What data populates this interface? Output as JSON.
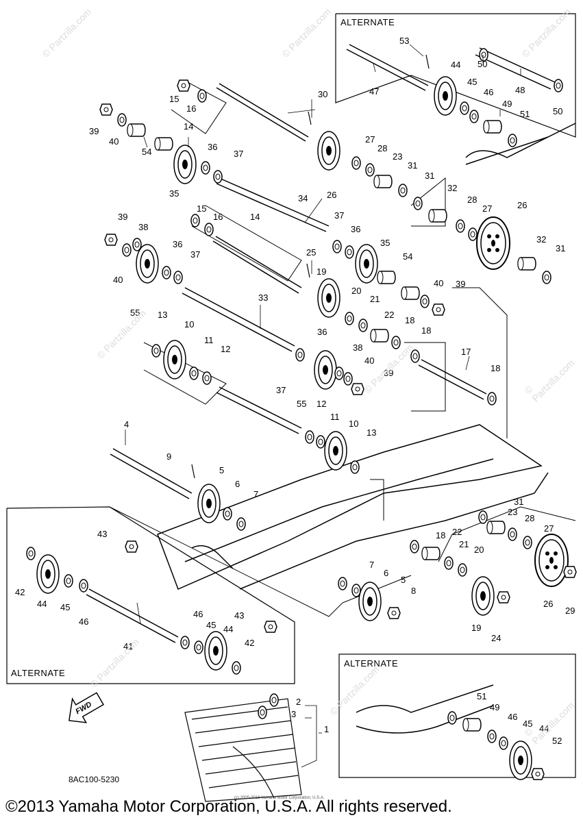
{
  "alternate_label": "ALTERNATE",
  "watermark": "© Partzilla.com",
  "fwd_label": "FWD",
  "diagram_code": "8AC100-5230",
  "small_notice": "(c) 2005-2016 Yamaha Motor Corporation, U.S.A.",
  "copyright": "©2013 Yamaha Motor Corporation, U.S.A. All rights reserved.",
  "callouts": [
    "53",
    "50",
    "44",
    "45",
    "46",
    "47",
    "48",
    "49",
    "51",
    "50",
    "30",
    "15",
    "16",
    "14",
    "39",
    "40",
    "54",
    "36",
    "37",
    "35",
    "27",
    "28",
    "23",
    "31",
    "26",
    "31",
    "32",
    "28",
    "27",
    "26",
    "32",
    "31",
    "15",
    "16",
    "14",
    "34",
    "37",
    "36",
    "35",
    "39",
    "38",
    "36",
    "37",
    "25",
    "19",
    "20",
    "21",
    "54",
    "40",
    "39",
    "40",
    "55",
    "33",
    "13",
    "10",
    "11",
    "12",
    "22",
    "18",
    "18",
    "17",
    "18",
    "36",
    "37",
    "38",
    "40",
    "39",
    "55",
    "12",
    "11",
    "10",
    "13",
    "4",
    "9",
    "5",
    "6",
    "7",
    "43",
    "31",
    "23",
    "28",
    "27",
    "18",
    "22",
    "21",
    "20",
    "42",
    "44",
    "45",
    "46",
    "7",
    "6",
    "5",
    "8",
    "19",
    "24",
    "26",
    "29",
    "43",
    "46",
    "45",
    "44",
    "42",
    "41",
    "2",
    "3",
    "1",
    "51",
    "49",
    "46",
    "45",
    "44",
    "52"
  ]
}
